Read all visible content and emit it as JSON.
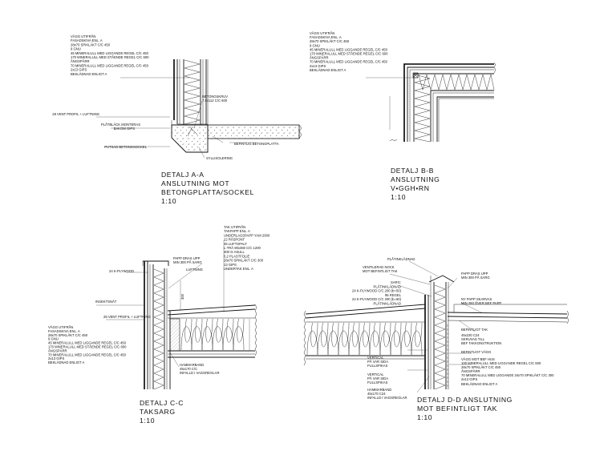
{
  "detail_a": {
    "title": [
      "DETALJ A-A",
      "ANSLUTNING MOT",
      "BETONGPLATTA/SOCKEL",
      "1:10"
    ],
    "layers": [
      "VÄGG UTIFRÅN",
      "FASADSKIVA ENL. A",
      "28x70 SPIKLÄKT C/C 450",
      "9 GNU",
      "45 MINERALULL MED LIGGANDE REGEL C/C 450",
      "170 MINERALULL MED STÅENDE REGEL C/C 600",
      "ÅNGSPÄRR",
      "70 MINERALULL MED LIGGANDE REGEL C/C 450",
      "2x13 GIPS",
      "BEKLÄDNAD ENLIGT A"
    ],
    "left_notes": [
      "28 VENT PROFIL + LUFTNING",
      "PLÅTBLÄCK MONTERAS",
      "BAKOM GIPS",
      "PUTSAD BETONGSOCKEL"
    ],
    "right_notes": [
      "BETONGSKRUV",
      "7,5x112 C/C 600",
      "BEFINTLIG BETONGPLATTA",
      "SYLLISOLERING"
    ]
  },
  "detail_b": {
    "title": [
      "DETALJ B-B",
      "ANSLUTNING",
      "V•GGH•RN",
      "1:10"
    ],
    "layers": [
      "VÄGG UTIFRÅN",
      "FASADSKIVA ENL. A",
      "28x70 SPIKLÄKT C/C 450",
      "9 GNU",
      "45 MINERALULL MED LIGGANDE REGEL C/C 450",
      "170 MINERALULL MED STÅENDE REGEL C/C 600",
      "ÅNGSPÄRR",
      "70 MINERALULL MED LIGGANDE REGEL C/C 450",
      "2x13 GIPS",
      "BEKLÄDNAD ENLIGT A"
    ]
  },
  "detail_c": {
    "title": [
      "DETALJ C-C",
      "TAKSARG",
      "1:10"
    ],
    "roof_layers": [
      "TAK UTIFRÅN",
      "TAKPAPP ENL. A",
      "UNDERLAGSPAPP YAM 2000",
      "22 RÅSPONT",
      "45 LUFTSPALT",
      "L-TRÄ 90x360 C/C 1200",
      "300 G.ASULL",
      "0,2 PLASTFOLIE",
      "28x70 SPIKLÄKT C/C 300",
      "13 GIPS",
      "UNDERTAK ENL. A"
    ],
    "notes": [
      "24 K-PLYWOOD",
      "PAPP DRAS UPP",
      "MIN 300 PÅ SARG",
      "LUFTNING",
      "INSEKTSNÄT",
      "28 VENT PROFIL + LUFTNING",
      "HAMMARBAND",
      "45x170 C/C",
      "INFALLD I VAGGREGLAR"
    ],
    "dim": "300",
    "wall_layers": [
      "VÄGG UTIFRÅN",
      "FASADSKIVA ENL. A",
      "28x70 SPIKLÄKT C/C 450",
      "9 GNU",
      "45 MINERALULL MED LIGGANDE REGEL C/C 450",
      "170 MINERALULL MED STÅENDE REGEL C/C 600",
      "ÅNGSPÄRR",
      "70 MINERALULL MED LIGGANDE REGEL C/C 450",
      "2x13 GIPS",
      "BEKLÄDNAD ENLIGT A"
    ]
  },
  "detail_d": {
    "title": [
      "DETALJ D-D ANSLUTNING",
      "MOT BEFINTLIGT TAK",
      "1:10"
    ],
    "top_notes": [
      "PLÅTINKLÄDNAD",
      "VENTILERAD NOCK",
      "MOT BEFINTLIGT TAK"
    ],
    "sarg_notes": [
      "SARG:",
      "PLÅTINKLÄDNAD",
      "24 K-PLYWOOD C/C 200 (b=50)",
      "95 REGEL",
      "24 K-PLYWOOD C/C 200 (b=50)",
      "PLÅTINKLÄDNAD"
    ],
    "right_notes": [
      "PAPP DRAS UPP",
      "MIN 300 PÅ SARG",
      "NY PAPP SKARVAS",
      "MIN 250 ÖVER BEF PAPP",
      "BEFINTLIGT TAK",
      "45x220 C24",
      "SKRUVAS TILL",
      "BEF TAKKONSTRUKTION",
      "BEFINTLIGT VÄGG",
      "VÄGG MOT BEF HUS",
      "100 MINERALULL MED LIGGANDE REGEL C/C 600",
      "28x70 SPIKLÄKT C/C 450",
      "ÅNGSPÄRR",
      "70 MINERALULL MED LIGGANDE 34x70 SPIKLÄKT C/C 300",
      "2x13 GIPS",
      "BEKLÄDNAD ENLIGT A"
    ],
    "left_notes": [
      "VERTICAL",
      "PÅ VAR SIDA",
      "FULLSPIKAS",
      "VERTICAL",
      "PÅ VAR SIDA",
      "FULLSPIKAS",
      "HAMMARBAND",
      "45x170 C24",
      "INFALLD I VAGGREGLAR"
    ]
  }
}
